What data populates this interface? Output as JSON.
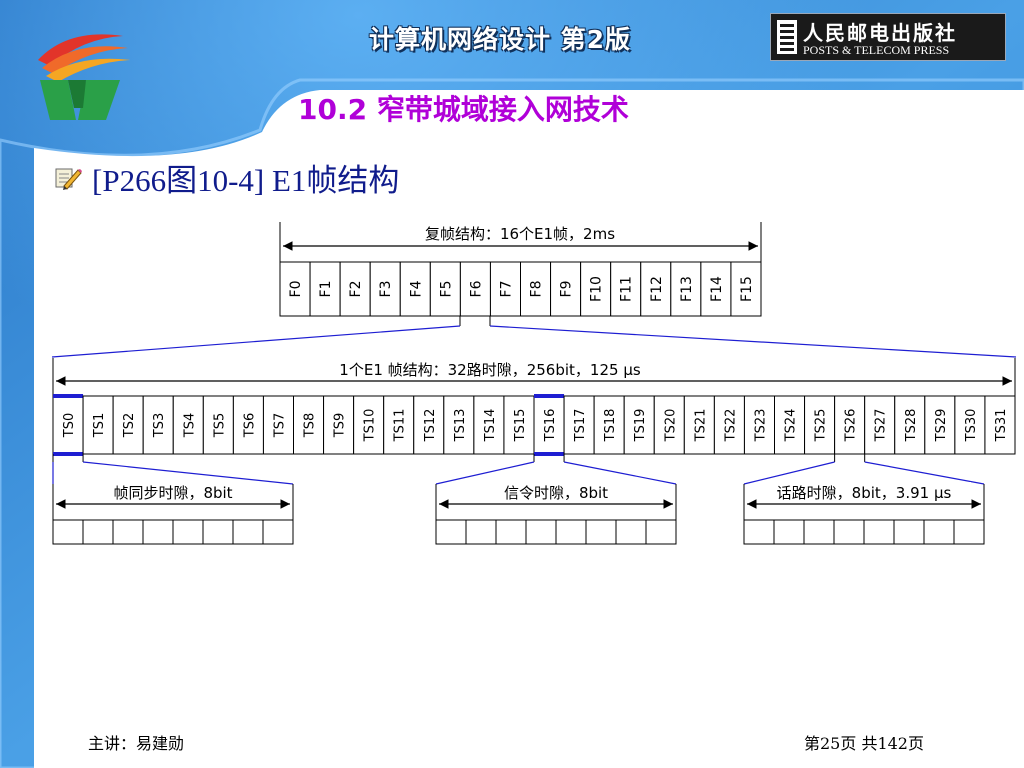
{
  "header": {
    "book_title": "计算机网络设计  第2版",
    "publisher_cn": "人民邮电出版社",
    "publisher_en": "POSTS & TELECOM PRESS"
  },
  "section_title": "10.2  窄带城域接入网技术",
  "figure_caption": "[P266图10-4]  E1帧结构",
  "diagram": {
    "multiframe": {
      "label": "复帧结构：16个E1帧，2ms",
      "frames": [
        "F0",
        "F1",
        "F2",
        "F3",
        "F4",
        "F5",
        "F6",
        "F7",
        "F8",
        "F9",
        "F10",
        "F11",
        "F12",
        "F13",
        "F14",
        "F15"
      ]
    },
    "frame": {
      "label": "1个E1 帧结构：32路时隙，256bit，125 μs",
      "slots": [
        "TS0",
        "TS1",
        "TS2",
        "TS3",
        "TS4",
        "TS5",
        "TS6",
        "TS7",
        "TS8",
        "TS9",
        "TS10",
        "TS11",
        "TS12",
        "TS13",
        "TS14",
        "TS15",
        "TS16",
        "TS17",
        "TS18",
        "TS19",
        "TS20",
        "TS21",
        "TS22",
        "TS23",
        "TS24",
        "TS25",
        "TS26",
        "TS27",
        "TS28",
        "TS29",
        "TS30",
        "TS31"
      ]
    },
    "details": [
      {
        "label": "帧同步时隙，8bit",
        "bits": 8
      },
      {
        "label": "信令时隙，8bit",
        "bits": 8
      },
      {
        "label": "话路时隙，8bit，3.91 μs",
        "bits": 8
      }
    ]
  },
  "footer": {
    "lecturer": "主讲：易建勋",
    "page": "第25页 共142页"
  },
  "colors": {
    "background_blue": "#3f8fd8",
    "title_purple": "#b000d8",
    "caption_navy": "#101c8c",
    "highlight_blue": "#1e1ed2"
  }
}
